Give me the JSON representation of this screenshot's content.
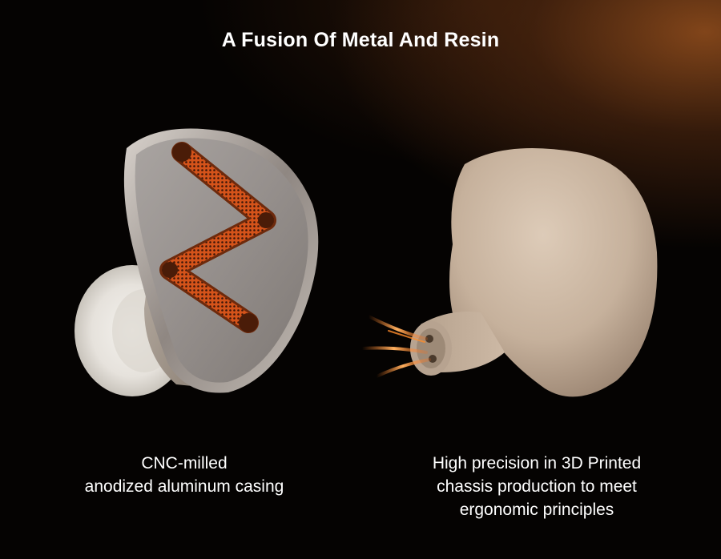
{
  "title": "A Fusion Of Metal And Resin",
  "left": {
    "line1": "CNC-milled",
    "line2": "anodized aluminum casing"
  },
  "right": {
    "line1": "High precision in 3D Printed",
    "line2": "chassis production to meet",
    "line3": "ergonomic principles"
  },
  "colors": {
    "accent_orange": "#e8641e",
    "metal": "#9a9391",
    "resin": "#cdb9a5"
  }
}
